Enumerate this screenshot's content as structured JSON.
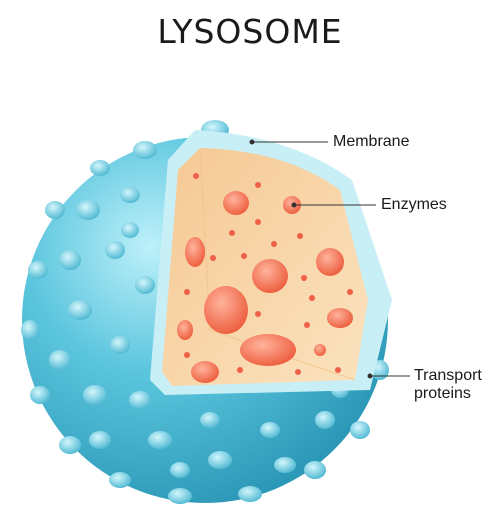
{
  "title": "LYSOSOME",
  "labels": {
    "membrane": "Membrane",
    "enzymes": "Enzymes",
    "transport_line1": "Transport",
    "transport_line2": "proteins"
  },
  "colors": {
    "sphere": "#56c3dc",
    "membrane": "#c9eff6",
    "interior": "#f7d7a6",
    "enzyme": "#f06a4a"
  }
}
